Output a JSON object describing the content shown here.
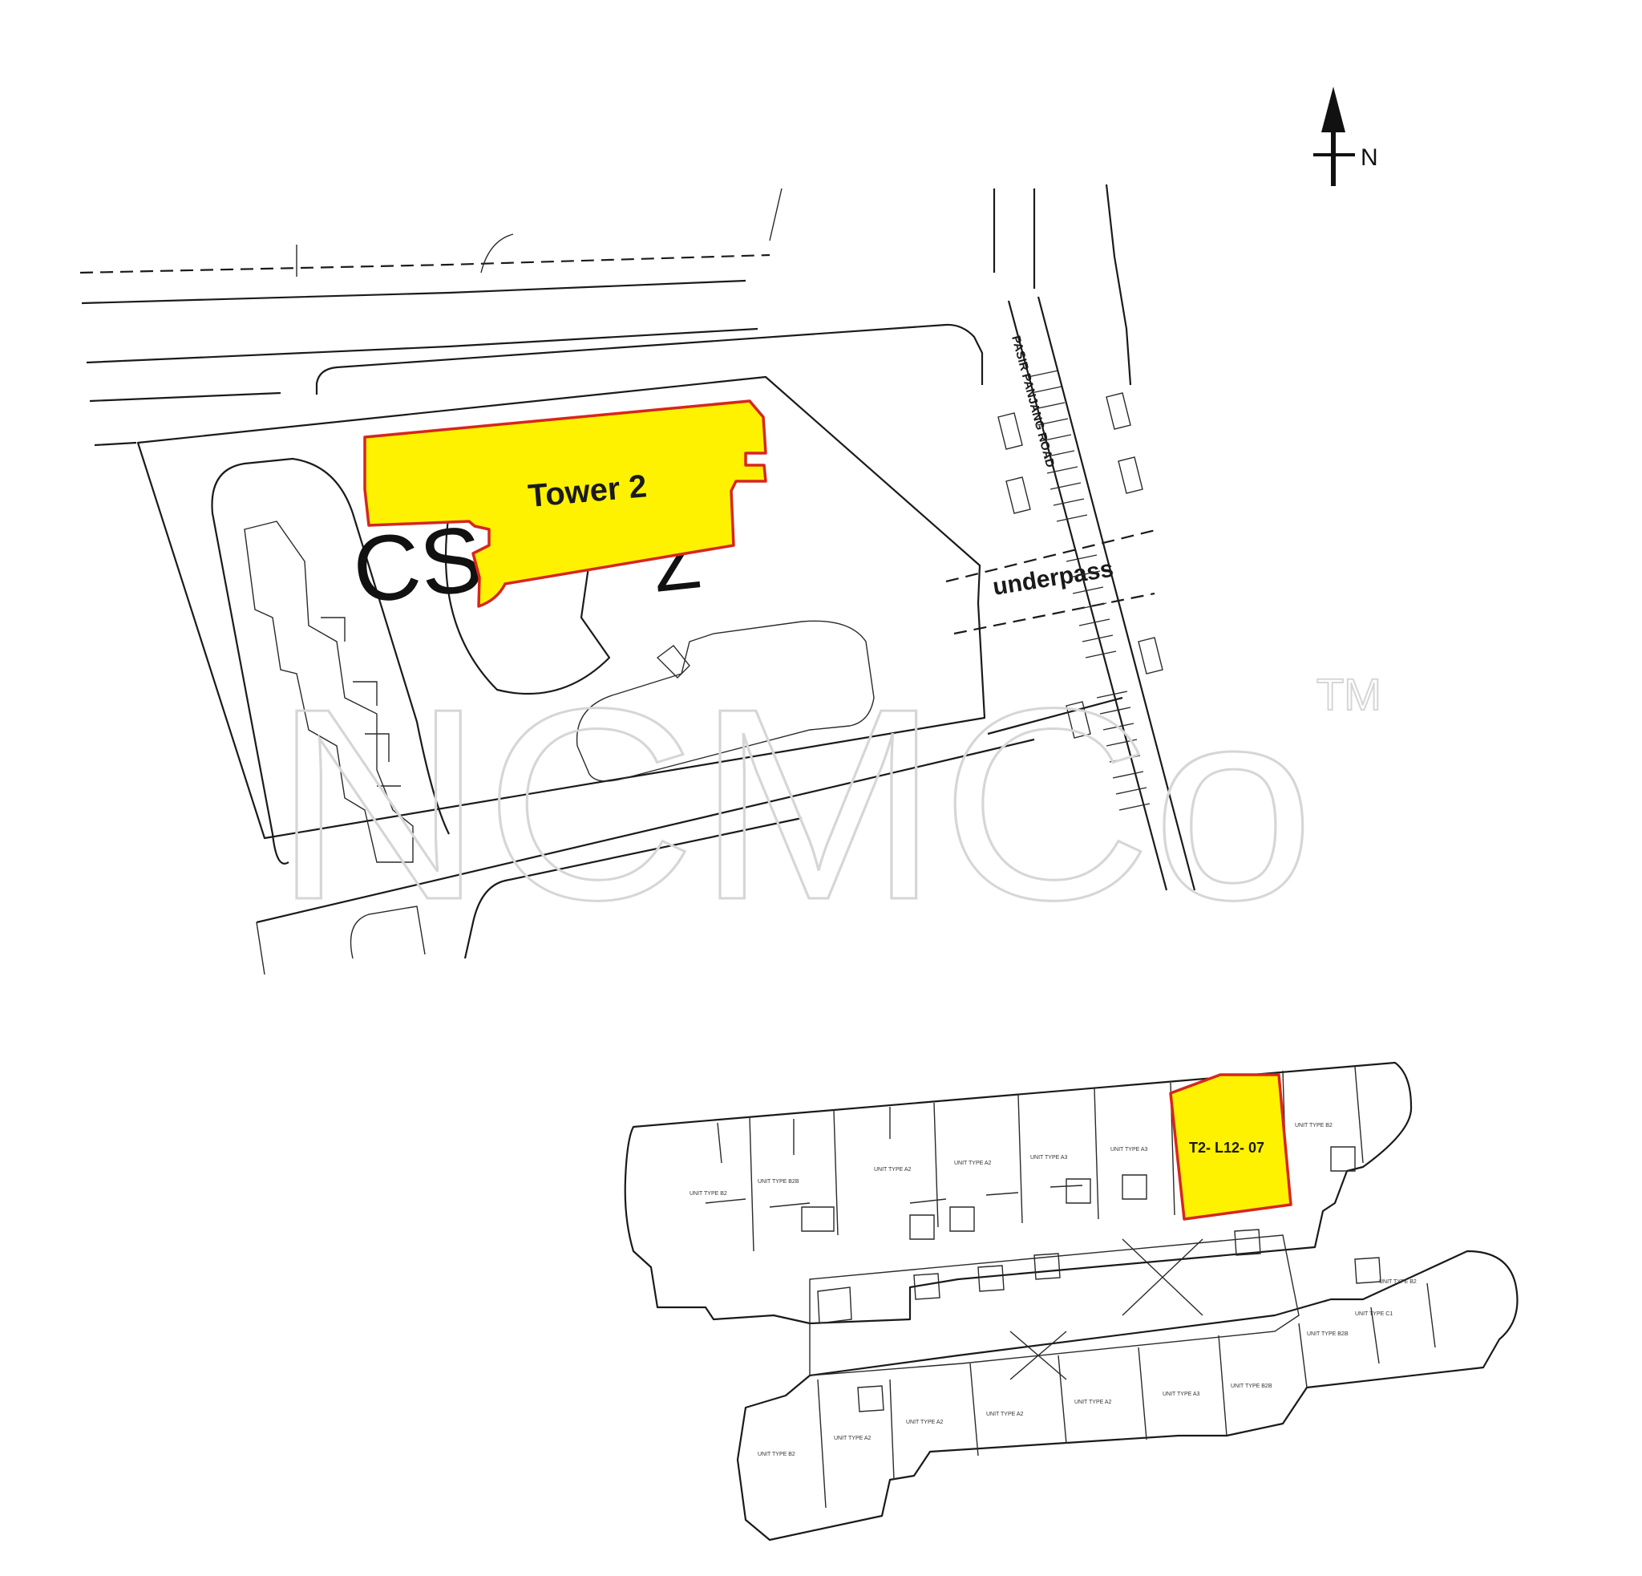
{
  "north_arrow": {
    "label": "N"
  },
  "site_plan": {
    "tower_label": "Tower 2",
    "block_code": "CS",
    "block_code_suffix": "Z",
    "underpass_label": "underpass",
    "road_label": "PASIR PANJANG ROAD"
  },
  "floor_plan": {
    "unit_label": "T2- L12- 07",
    "unit_tags": [
      "UNIT TYPE B2",
      "UNIT TYPE B2B",
      "UNIT TYPE A2",
      "UNIT TYPE A2",
      "UNIT TYPE A3",
      "UNIT TYPE A3",
      "UNIT TYPE B2",
      "UNIT TYPE B2B",
      "UNIT TYPE C1",
      "UNIT TYPE A3",
      "UNIT TYPE A2",
      "UNIT TYPE A2",
      "UNIT TYPE A2",
      "UNIT TYPE A2",
      "UNIT TYPE B2",
      "UNIT TYPE B2B",
      "UNIT TYPE B2"
    ]
  },
  "watermark": {
    "text": "NCMCo",
    "mark": "TM"
  },
  "colors": {
    "highlight_fill": "#fff200",
    "highlight_stroke": "#d7261e",
    "line": "#1a1a1a"
  }
}
